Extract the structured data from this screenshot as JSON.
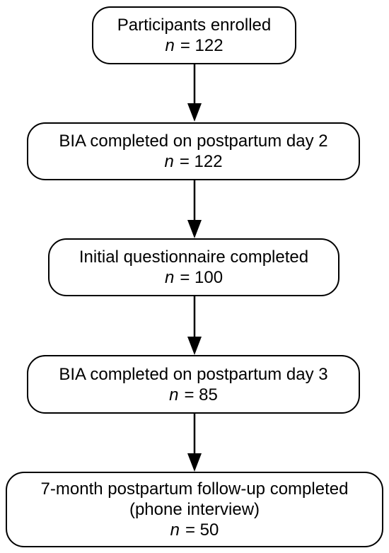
{
  "diagram": {
    "nodes": [
      {
        "lines": [
          "Participants enrolled"
        ],
        "n_label": "n",
        "n_value": "= 122"
      },
      {
        "lines": [
          "BIA completed on postpartum day 2"
        ],
        "n_label": "n",
        "n_value": "= 122"
      },
      {
        "lines": [
          "Initial questionnaire completed"
        ],
        "n_label": "n",
        "n_value": "= 100"
      },
      {
        "lines": [
          "BIA completed on postpartum day 3"
        ],
        "n_label": "n",
        "n_value": "= 85"
      },
      {
        "lines": [
          "7-month postpartum follow-up completed",
          "(phone interview)"
        ],
        "n_label": "n",
        "n_value": "= 50"
      }
    ],
    "edges": [
      {
        "from": 0,
        "to": 1
      },
      {
        "from": 1,
        "to": 2
      },
      {
        "from": 2,
        "to": 3
      },
      {
        "from": 3,
        "to": 4
      }
    ],
    "colors": {
      "stroke": "#000000",
      "fill": "#ffffff"
    }
  }
}
